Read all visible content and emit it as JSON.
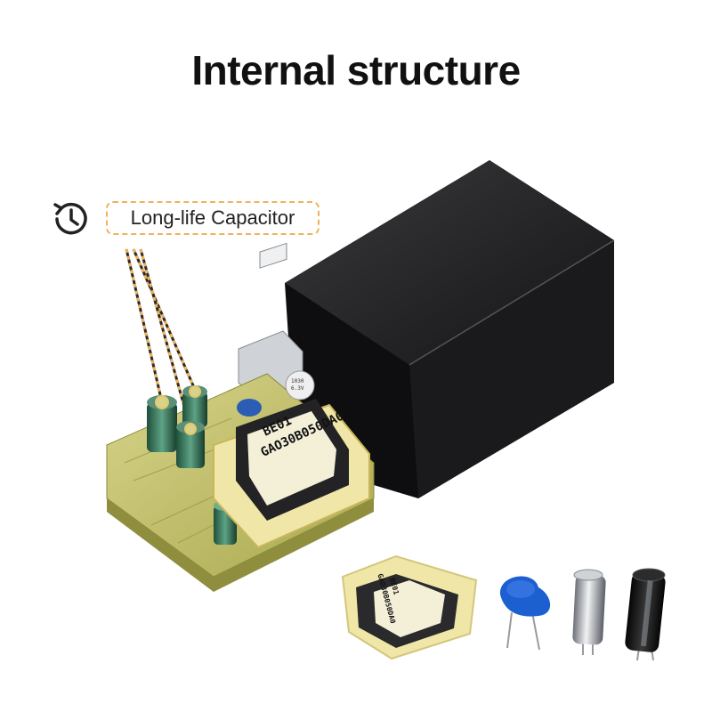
{
  "title": "Internal structure",
  "callout": {
    "label": "Long-life Capacitor",
    "icon": "clock-history-icon"
  },
  "transformer": {
    "line1": "BE01",
    "line2": "GAO30B050DA0"
  },
  "small_transformer": {
    "line1": "BE01",
    "line2": "GAO30B050DA0"
  },
  "colors": {
    "accent_dashed": "#f0b25a",
    "housing": "#1f1f21",
    "pcb": "#c9c96a",
    "insulator": "#efe6a8",
    "capacitor_blue": "#1b5fd1"
  }
}
